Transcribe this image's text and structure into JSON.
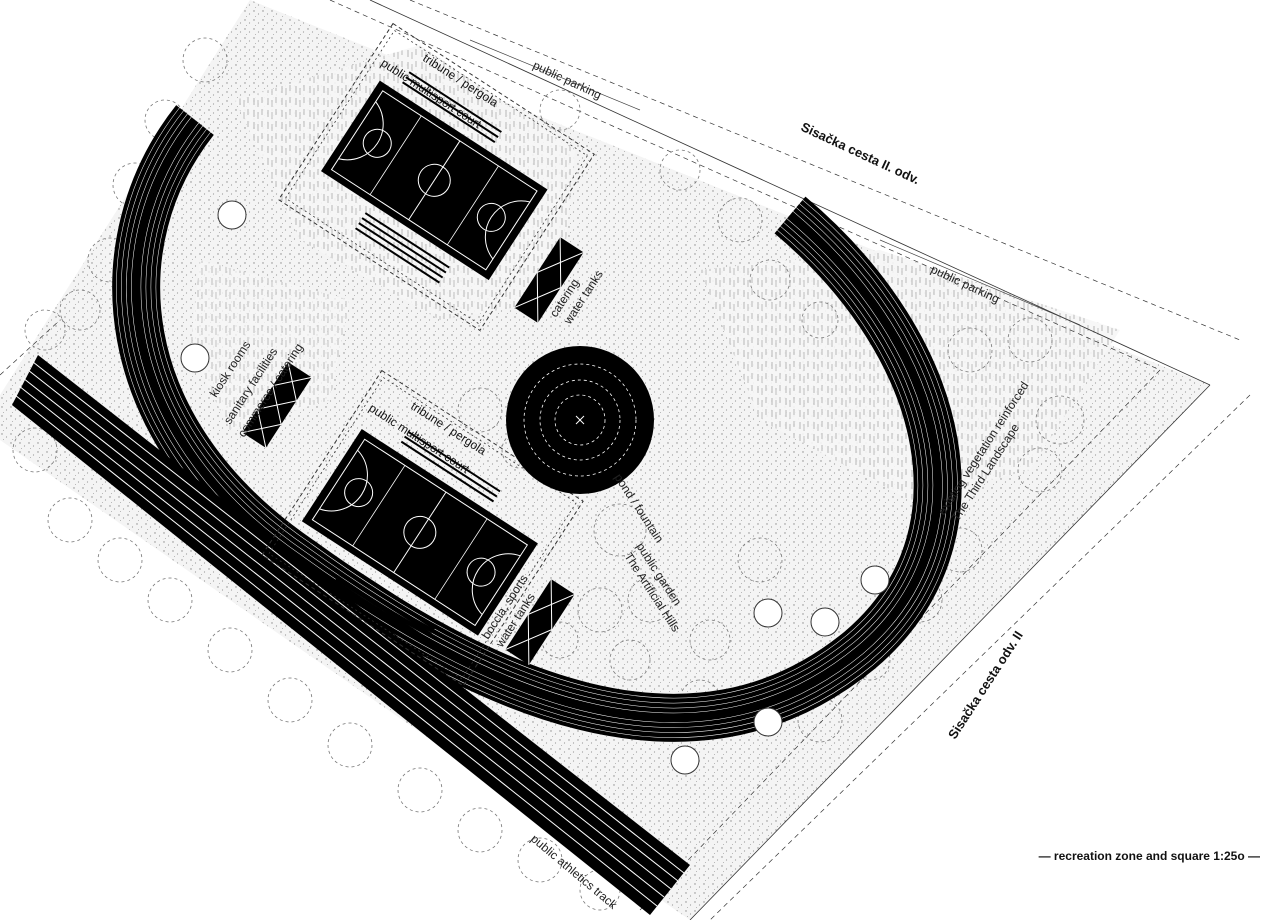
{
  "streets": {
    "north": "Sisačka cesta II. odv.",
    "east": "Sisačka cesta odv. II"
  },
  "parking": {
    "north": "public parking",
    "east": "public parking"
  },
  "courts": {
    "top": {
      "tribune": "tribune / pergola",
      "name": "public multisport court"
    },
    "bottom": {
      "tribune": "tribune / pergola",
      "name": "public multisport court"
    }
  },
  "kiosks": {
    "top": [
      "catering",
      "water tanks"
    ],
    "bottom": [
      "boccia, sports",
      "water tanks"
    ],
    "left": [
      "kiosk rooms",
      "sanitary facilities",
      "commerce / catering"
    ]
  },
  "pond": "pond / fountain",
  "garden": [
    "public garden",
    "The Artificial Hills"
  ],
  "vegetation": [
    "existing vegetation reinforced",
    "The Third Landscape"
  ],
  "track": "public athletics track",
  "caption": "— recreation zone and square 1:25o —"
}
